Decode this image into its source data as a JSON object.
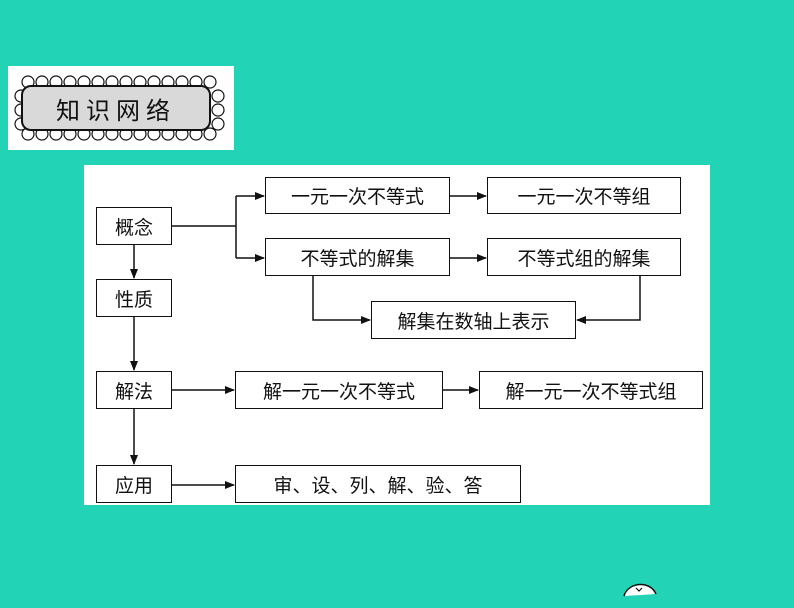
{
  "title": "知识网络",
  "nodes": {
    "concept": "概念",
    "nature": "性质",
    "method": "解法",
    "application": "应用",
    "linear_inequality": "一元一次不等式",
    "linear_inequality_group": "一元一次不等组",
    "solution_set": "不等式的解集",
    "group_solution_set": "不等式组的解集",
    "number_line": "解集在数轴上表示",
    "solve_inequality": "解一元一次不等式",
    "solve_inequality_group": "解一元一次不等式组",
    "steps": "审、设、列、解、验、答"
  },
  "colors": {
    "background": "#22D3B5",
    "title_fill": "#D9D9D9"
  }
}
